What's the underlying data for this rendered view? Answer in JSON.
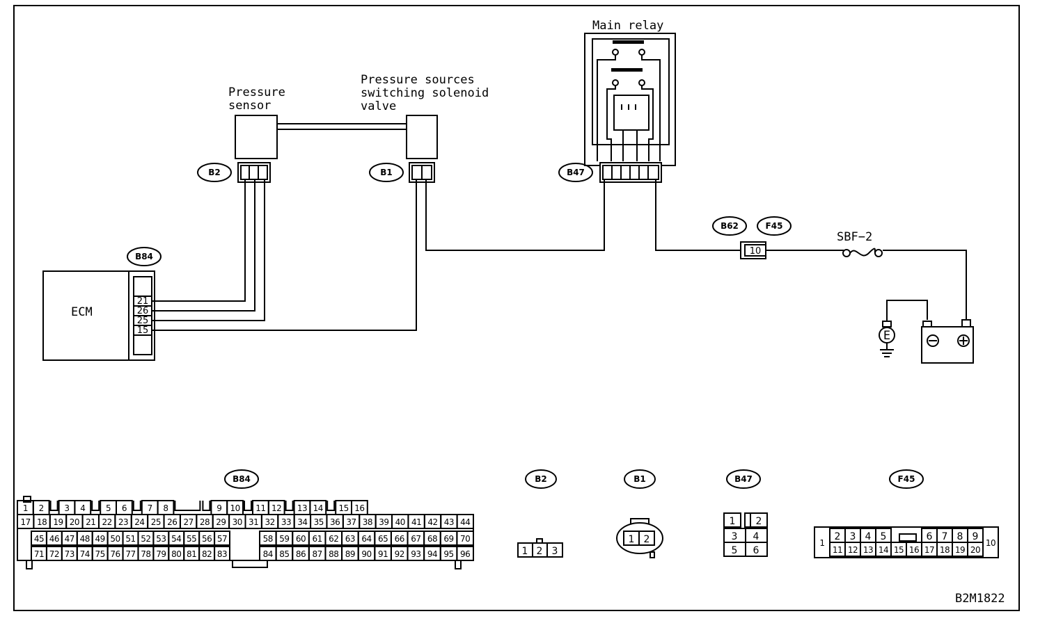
{
  "labels": {
    "main_relay": "Main relay",
    "pressure_sensor_1": "Pressure",
    "pressure_sensor_2": "sensor",
    "solenoid_1": "Pressure sources",
    "solenoid_2": "switching solenoid",
    "solenoid_3": "valve",
    "ecm": "ECM",
    "fuse": "SBF−2",
    "fuse_no": "10",
    "ground": "E",
    "figure_id": "B2M1822"
  },
  "tags": {
    "b2": "B2",
    "b1": "B1",
    "b47": "B47",
    "b84": "B84",
    "b62": "B62",
    "f45": "F45"
  },
  "ecm_pins": [
    "21",
    "26",
    "25",
    "15"
  ],
  "connectors": {
    "b84_row1": [
      "1",
      "2",
      "",
      "3",
      "4",
      "",
      "5",
      "6",
      "",
      "7",
      "8",
      "",
      "",
      "9",
      "10",
      "",
      "11",
      "12",
      "",
      "13",
      "14",
      "",
      "15",
      "16"
    ],
    "b84_row2": [
      "17",
      "18",
      "19",
      "20",
      "21",
      "22",
      "23",
      "24",
      "25",
      "26",
      "27",
      "28",
      "29",
      "30",
      "31",
      "32",
      "33",
      "34",
      "35",
      "36",
      "37",
      "38",
      "39",
      "40",
      "41",
      "42",
      "43",
      "44"
    ],
    "b84_row3": [
      "45",
      "46",
      "47",
      "48",
      "49",
      "50",
      "51",
      "52",
      "53",
      "54",
      "55",
      "56",
      "57",
      "58",
      "59",
      "60",
      "61",
      "62",
      "63",
      "64",
      "65",
      "66",
      "67",
      "68",
      "69",
      "70"
    ],
    "b84_row4": [
      "71",
      "72",
      "73",
      "74",
      "75",
      "76",
      "77",
      "78",
      "79",
      "80",
      "81",
      "82",
      "83",
      "84",
      "85",
      "86",
      "87",
      "88",
      "89",
      "90",
      "91",
      "92",
      "93",
      "94",
      "95",
      "96"
    ],
    "b2": [
      "1",
      "2",
      "3"
    ],
    "b1": [
      "1",
      "2"
    ],
    "b47": [
      "1",
      "2",
      "3",
      "4",
      "5",
      "6"
    ],
    "f45_top": [
      "2",
      "3",
      "4",
      "5",
      "6",
      "7",
      "8",
      "9"
    ],
    "f45_bottom": [
      "11",
      "12",
      "13",
      "14",
      "15",
      "16",
      "17",
      "18",
      "19",
      "20"
    ],
    "f45_left": "1",
    "f45_right": "10"
  }
}
